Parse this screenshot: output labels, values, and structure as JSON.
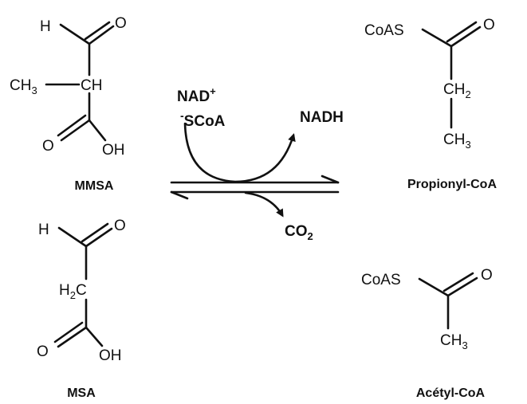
{
  "molecules": {
    "mmsa": {
      "name": "MMSA",
      "atoms": {
        "h": "H",
        "o_aldehyde": "O",
        "ch3": "CH",
        "ch3_sub": "3",
        "ch": "CH",
        "o_carbonyl": "O",
        "oh": "OH"
      }
    },
    "msa": {
      "name": "MSA",
      "atoms": {
        "h": "H",
        "o_aldehyde": "O",
        "h2c_h": "H",
        "h2c_sub": "2",
        "h2c_c": "C",
        "o_carbonyl": "O",
        "oh": "OH"
      }
    },
    "propionyl_coa": {
      "name": "Propionyl-CoA",
      "atoms": {
        "coas": "CoAS",
        "o": "O",
        "ch2": "CH",
        "ch2_sub": "2",
        "ch3": "CH",
        "ch3_sub": "3"
      }
    },
    "acetyl_coa": {
      "name": "Acétyl-CoA",
      "atoms": {
        "coas": "CoAS",
        "o": "O",
        "ch3": "CH",
        "ch3_sub": "3"
      }
    }
  },
  "cofactors": {
    "nad": "NAD",
    "nad_charge": "+",
    "scoa_charge": "-",
    "scoa": "SCoA",
    "nadh": "NADH",
    "co2": "CO",
    "co2_sub": "2"
  }
}
